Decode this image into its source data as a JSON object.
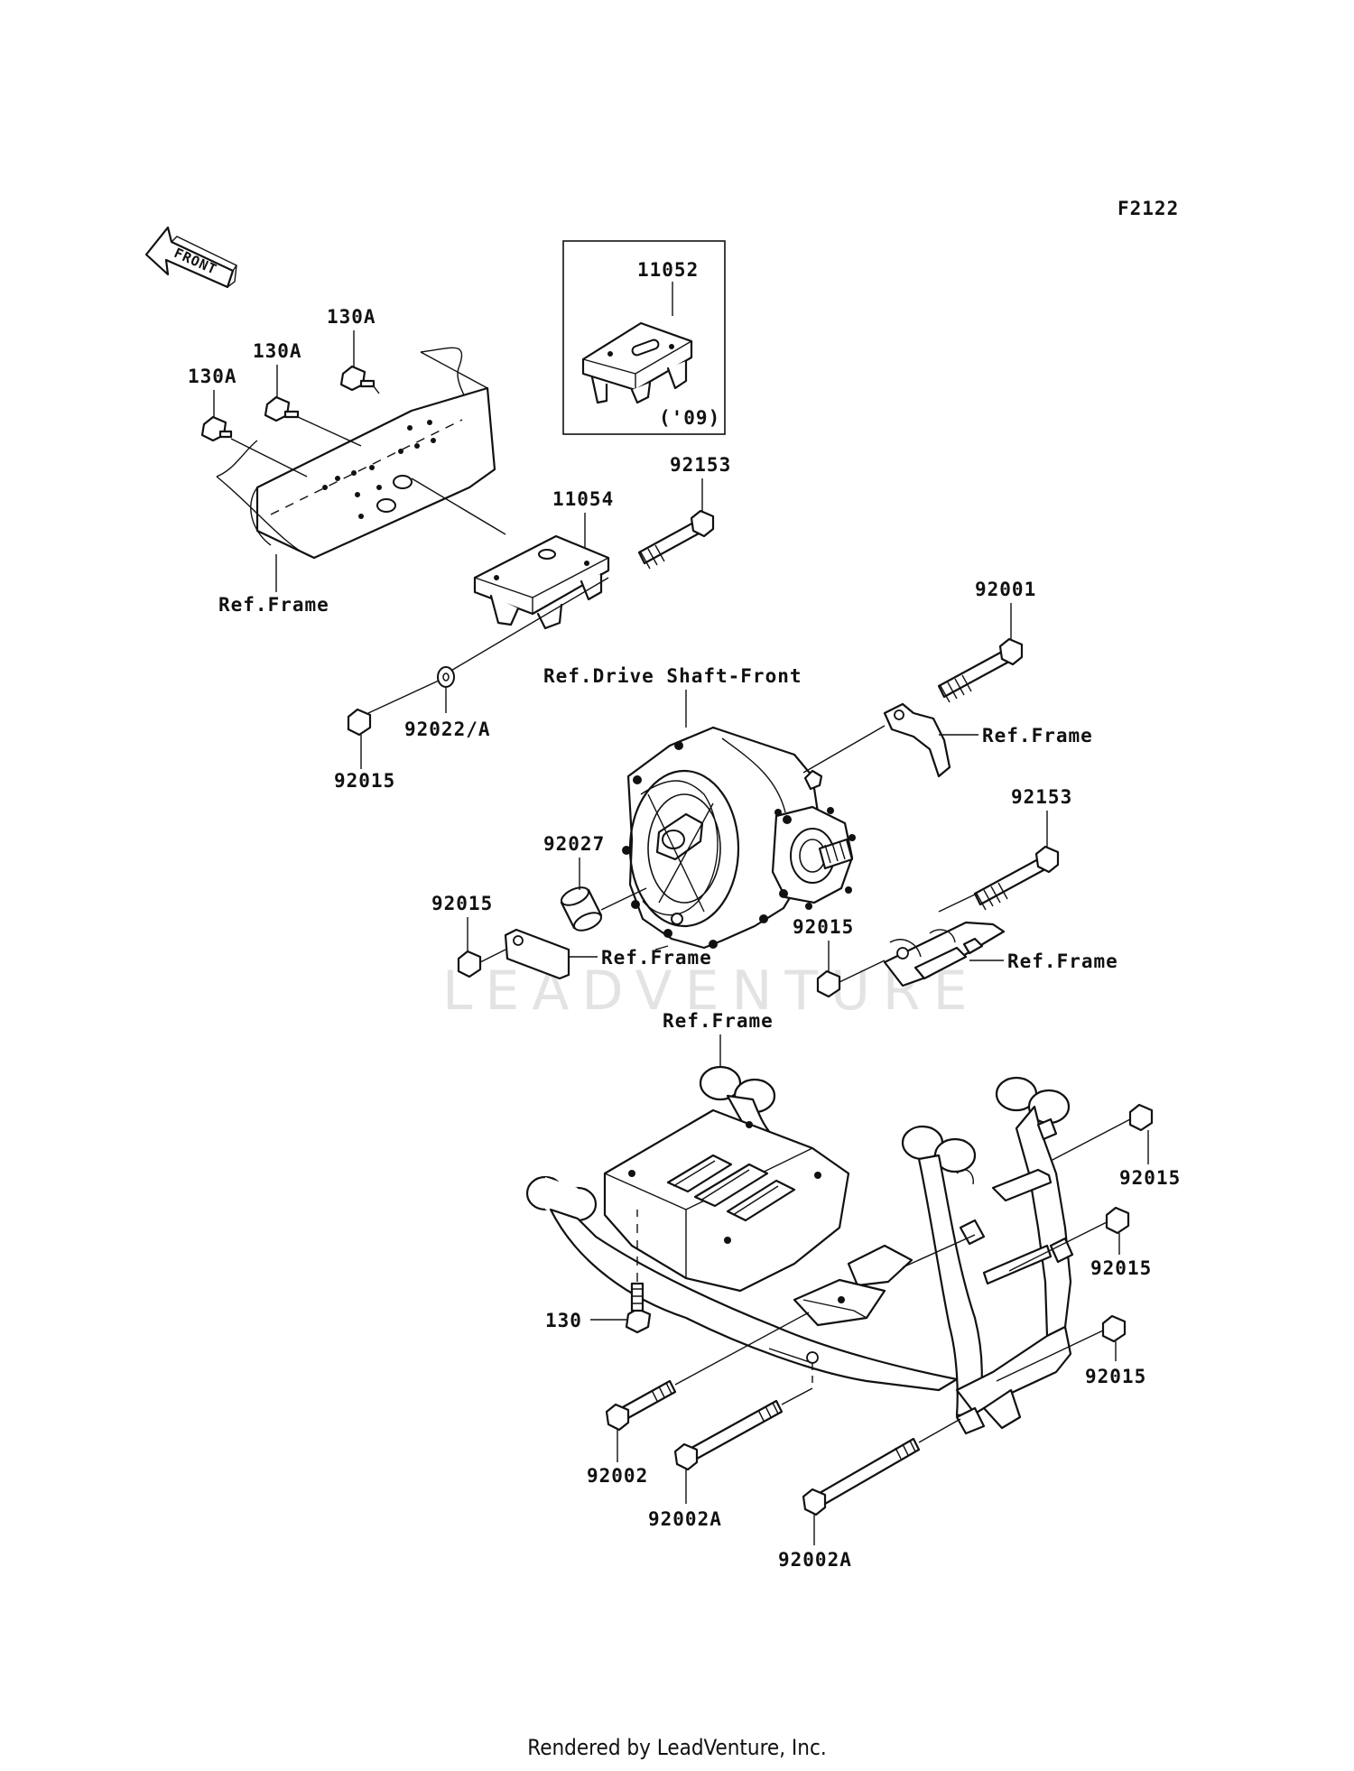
{
  "figure_code": "F2122",
  "front_arrow_text": "FRONT",
  "watermark": "LEADVENTURE",
  "footer_text": "Rendered by LeadVenture, Inc.",
  "inset": {
    "part_label": "11052",
    "year_note": "('09)"
  },
  "labels": {
    "bolt_130a_1": "130A",
    "bolt_130a_2": "130A",
    "bolt_130a_3": "130A",
    "bracket_11054": "11054",
    "bolt_92153_top": "92153",
    "ref_frame_top": "Ref.Frame",
    "washer_92022a": "92022/A",
    "nut_92015_left_top": "92015",
    "ref_drive_shaft": "Ref.Drive Shaft-Front",
    "bolt_92001": "92001",
    "ref_frame_right_upper": "Ref.Frame",
    "bolt_92153_mid": "92153",
    "collar_92027": "92027",
    "nut_92015_left_mid": "92015",
    "ref_frame_left_bracket": "Ref.Frame",
    "nut_92015_center": "92015",
    "ref_frame_right_bracket": "Ref.Frame",
    "ref_frame_bottom": "Ref.Frame",
    "nut_92015_r1": "92015",
    "nut_92015_r2": "92015",
    "nut_92015_r3": "92015",
    "bolt_130": "130",
    "bolt_92002": "92002",
    "bolt_92002a_1": "92002A",
    "bolt_92002a_2": "92002A"
  }
}
